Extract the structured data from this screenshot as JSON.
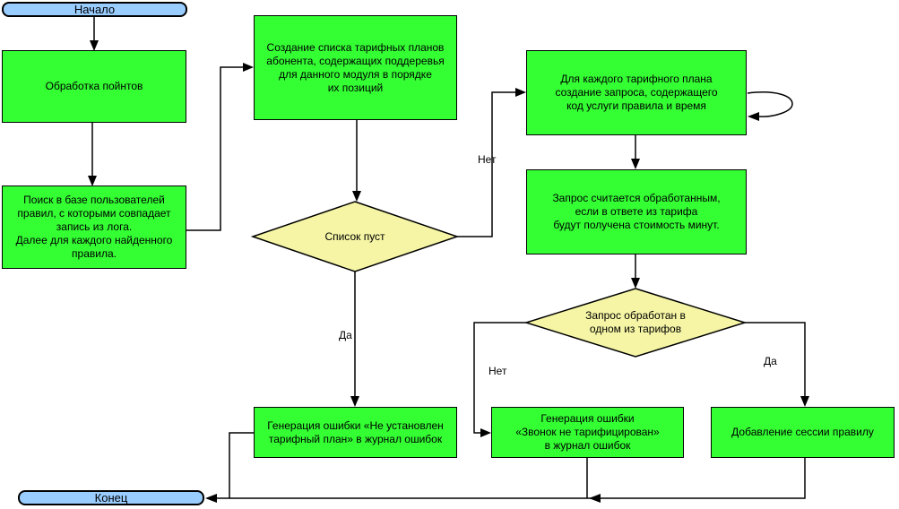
{
  "colors": {
    "process_fill": "#33FF33",
    "decision_fill": "#F5F5A5",
    "terminator_fill": "#99CCFF",
    "stroke": "#000000",
    "background": "#FFFFFF"
  },
  "nodes": {
    "start": {
      "type": "terminator",
      "label": "Начало"
    },
    "process_points": {
      "type": "process",
      "label": "Обработка пойнтов"
    },
    "search_rules": {
      "type": "process",
      "label": "Поиск в базе пользователей\nправил, с которыми совпадает\nзапись из лога.\nДалее для каждого найденного\nправила."
    },
    "create_tariff_list": {
      "type": "process",
      "label": "Создание списка тарифных планов\nабонента, содержащих поддеревья\nдля данного модуля в порядке\nих позиций"
    },
    "list_empty": {
      "type": "decision",
      "label": "Список пуст"
    },
    "create_request": {
      "type": "process",
      "label": "Для каждого тарифного плана\nсоздание запроса, содержащего\nкод услуги правила и время"
    },
    "request_processed": {
      "type": "process",
      "label": "Запрос считается обработанным,\nесли в ответе из тарифа\nбудут получена стоимость минут."
    },
    "request_handled": {
      "type": "decision",
      "label": "Запрос обработан в\nодном из тарифов"
    },
    "error_no_tariff_plan": {
      "type": "process",
      "label": "Генерация ошибки «Не установлен\nтарифный план» в журнал ошибок"
    },
    "error_call_not_charged": {
      "type": "process",
      "label": "Генерация ошибки\n«Звонок не тарифицирован»\nв журнал ошибок"
    },
    "add_session": {
      "type": "process",
      "label": "Добавление сессии правилу"
    },
    "end": {
      "type": "terminator",
      "label": "Конец"
    }
  },
  "edge_labels": {
    "list_empty_no": "Нет",
    "list_empty_yes": "Да",
    "request_handled_no": "Нет",
    "request_handled_yes": "Да"
  }
}
